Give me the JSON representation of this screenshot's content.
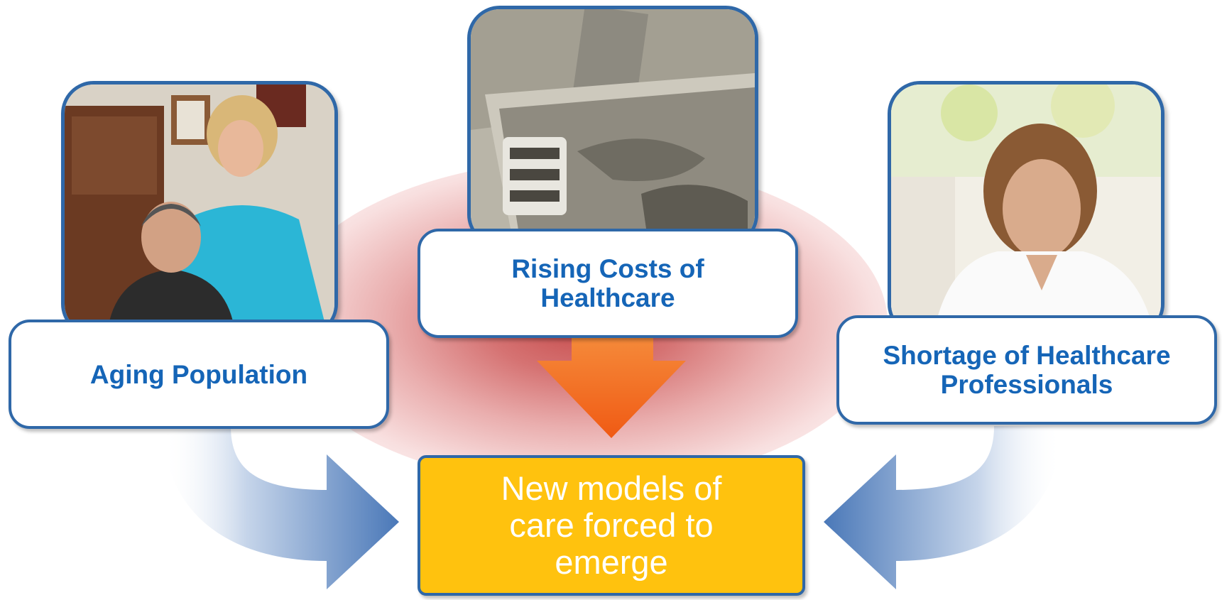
{
  "factors": [
    {
      "name": "aging-population",
      "label": "Aging Population",
      "photo_icon": "elderly-couple-photo"
    },
    {
      "name": "rising-costs",
      "label": "Rising Costs of Healthcare",
      "photo_icon": "hundred-dollar-bill-photo"
    },
    {
      "name": "professional-shortage",
      "label": "Shortage of Healthcare Professionals",
      "photo_icon": "healthcare-professional-photo"
    }
  ],
  "outcome": {
    "label": "New models of care forced to emerge"
  },
  "colors": {
    "box_border": "#2f68a8",
    "label_text": "#1565b7",
    "outcome_fill": "#ffc20e",
    "outcome_text": "#ffffff",
    "down_arrow": "#f26722",
    "side_arrow": "#4a78b8",
    "glow": "#c44242"
  }
}
